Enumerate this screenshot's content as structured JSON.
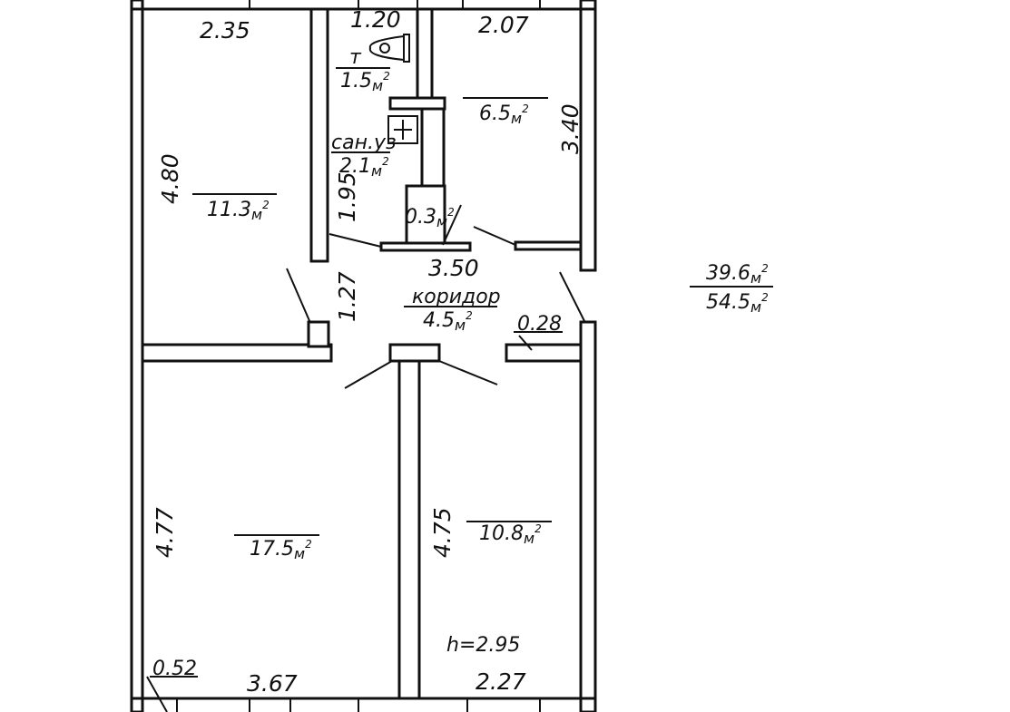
{
  "plan": {
    "height_label": "h=2.95",
    "total_area": {
      "living": "39.6",
      "total": "54.5",
      "unit": "м",
      "power": "2"
    },
    "rooms": [
      {
        "key": "room_nw",
        "name": "",
        "area": "11.3"
      },
      {
        "key": "room_ne",
        "name": "",
        "area": "6.5"
      },
      {
        "key": "toilet",
        "name": "т",
        "area": "1.5"
      },
      {
        "key": "bathroom",
        "name": "сан.уз",
        "area": "2.1"
      },
      {
        "key": "closet",
        "name": "",
        "area": "0.3"
      },
      {
        "key": "corridor",
        "name": "коридор",
        "area": "4.5"
      },
      {
        "key": "room_sw",
        "name": "",
        "area": "17.5"
      },
      {
        "key": "room_se",
        "name": "",
        "area": "10.8"
      }
    ],
    "dimensions": {
      "top_left": "2.35",
      "top_middle": "1.20",
      "top_right": "2.07",
      "left_upper": "4.80",
      "right_upper": "3.40",
      "bath_height": "1.95",
      "corridor_width": "3.50",
      "corridor_height": "1.27",
      "door_offset": "0.28",
      "left_lower": "4.77",
      "mid_lower": "4.75",
      "bottom_left": "3.67",
      "bottom_right": "2.27",
      "corner_offset": "0.52"
    }
  }
}
